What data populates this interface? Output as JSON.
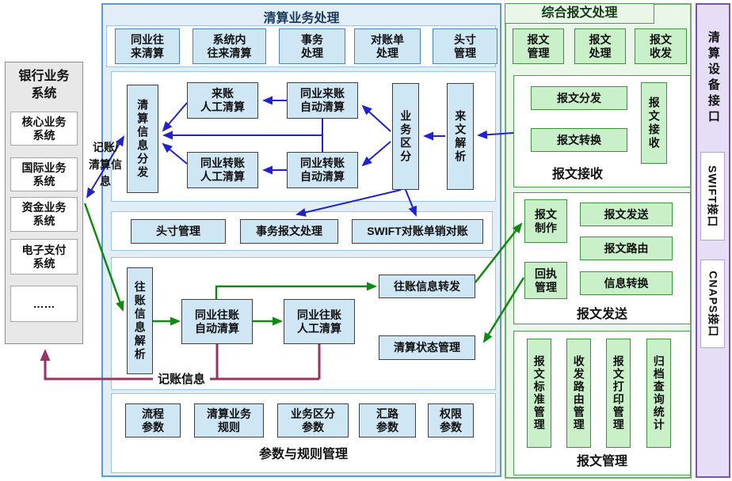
{
  "colors": {
    "blue_arrow": "#2222cc",
    "green_arrow": "#0e8a0e",
    "crimson_arrow": "#993366",
    "clearing_box_fill": "#cfe6f5",
    "message_box_fill": "#c9f0c9",
    "clearing_section_bg": "#e1eef8",
    "message_section_bg": "#e9f7e9",
    "interface_strip_bg": "#e5def6"
  },
  "bank_panel": {
    "title": "银行业务\n系统",
    "items": [
      "核心业务\n系统",
      "国际业务\n系统",
      "资金业务\n系统",
      "电子支付\n系统",
      "……"
    ]
  },
  "clearing": {
    "title": "清算业务处理",
    "top_row": [
      "同业往\n来清算",
      "系统内\n往来清算",
      "事务\n处理",
      "对账单\n处理",
      "头寸\n管理"
    ],
    "flow_in": {
      "dispatch": "清算信息分发",
      "incoming_manual": "来账\n人工清算",
      "incoming_auto": "同业来账\n自动清算",
      "transfer_manual": "同业转账\n人工清算",
      "transfer_auto": "同业转账\n自动清算",
      "classify": "业务区分",
      "inbound_parse": "来文解析"
    },
    "mid_row": [
      "头寸管理",
      "事务报文处理",
      "SWIFT对账单销对账"
    ],
    "flow_out": {
      "outgoing_parse": "往账信息解析",
      "outgoing_auto": "同业往账\n自动清算",
      "outgoing_manual": "同业往账\n人工清算",
      "forward": "往账信息转发",
      "status": "清算状态管理"
    },
    "params": {
      "label": "参数与规则管理",
      "items": [
        "流程\n参数",
        "清算业务\n规则",
        "业务区分\n参数",
        "汇路\n参数",
        "权限\n参数"
      ]
    }
  },
  "messaging": {
    "title": "综合报文处理",
    "top_row": [
      "报文\n管理",
      "报文\n处理",
      "报文\n收发"
    ],
    "receive": {
      "label": "报文接收",
      "dispatch": "报文分发",
      "convert": "报文转换",
      "side": "报文接收"
    },
    "send": {
      "label": "报文发送",
      "create": "报文\n制作",
      "receipt": "回执\n管理",
      "send_box": "报文发送",
      "route": "报文路由",
      "convert": "信息转换"
    },
    "manage": {
      "label": "报文管理",
      "items": [
        "报文标准管理",
        "收发路由管理",
        "报文打印管理",
        "归档查询统计"
      ]
    }
  },
  "interfaces": {
    "title": "清算设备接口",
    "items": [
      "SWIFT接口",
      "CNAPS接口"
    ]
  },
  "labels": {
    "bank_link": "记账/\n清算信息",
    "booking_info": "记账信息"
  }
}
